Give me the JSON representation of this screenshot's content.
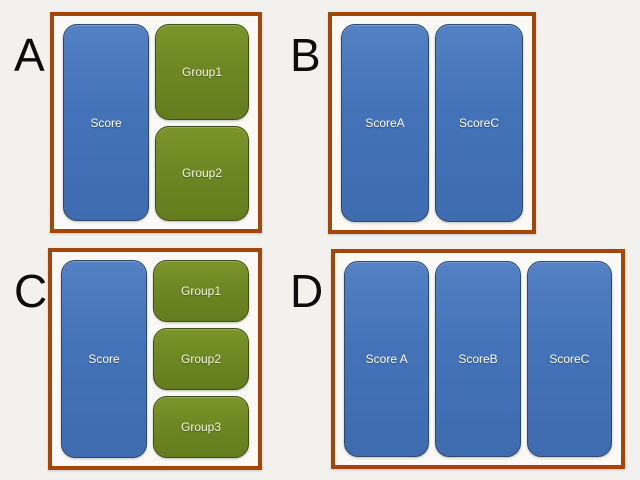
{
  "diagram": {
    "background_color": "#f2f1ee",
    "panel_border_color": "#a44608",
    "panel_fill_color": "#faf9f5",
    "blue_color": "#4472b8",
    "green_color": "#6c8722",
    "panels": [
      {
        "letter": "A",
        "boxes": {
          "score": "Score",
          "groups": [
            "Group1",
            "Group2"
          ]
        }
      },
      {
        "letter": "B",
        "boxes": {
          "scores": [
            "ScoreA",
            "ScoreC"
          ]
        }
      },
      {
        "letter": "C",
        "boxes": {
          "score": "Score",
          "groups": [
            "Group1",
            "Group2",
            "Group3"
          ]
        }
      },
      {
        "letter": "D",
        "boxes": {
          "scores": [
            "Score A",
            "ScoreB",
            "ScoreC"
          ]
        }
      }
    ]
  }
}
